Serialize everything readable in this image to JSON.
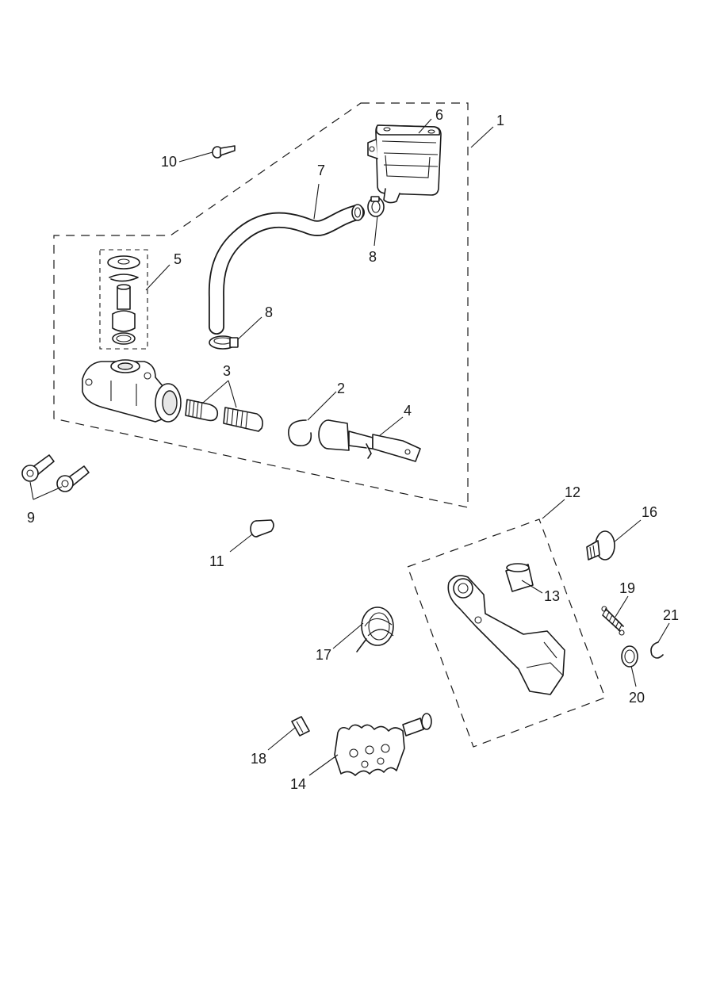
{
  "callouts": {
    "c1": "1",
    "c2": "2",
    "c3": "3",
    "c4": "4",
    "c5": "5",
    "c6": "6",
    "c7": "7",
    "c8a": "8",
    "c8b": "8",
    "c9": "9",
    "c10": "10",
    "c11": "11",
    "c12": "12",
    "c13": "13",
    "c14": "14",
    "c16": "16",
    "c17": "17",
    "c18": "18",
    "c19": "19",
    "c20": "20",
    "c21": "21"
  },
  "colors": {
    "line": "#1a1a1a",
    "fill": "#ffffff",
    "shade": "#e6e6e6"
  }
}
